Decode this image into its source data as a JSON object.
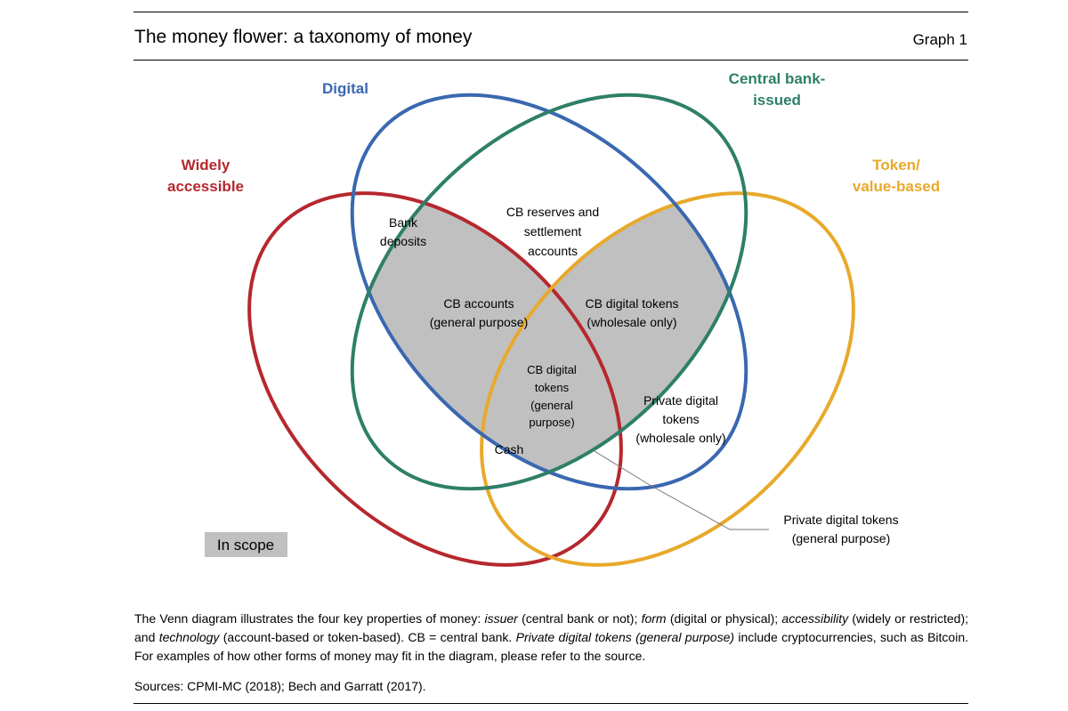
{
  "header": {
    "title": "The money flower: a taxonomy of money",
    "graph_label": "Graph 1"
  },
  "diagram": {
    "sets": {
      "digital": {
        "label": "Digital",
        "color": "#3a68b0"
      },
      "central_bank": {
        "label_line1": "Central bank-",
        "label_line2": "issued",
        "color": "#2e7f68"
      },
      "widely_accessible": {
        "label_line1": "Widely",
        "label_line2": "accessible",
        "color": "#b5282e"
      },
      "token_value": {
        "label_line1": "Token/",
        "label_line2": "value-based",
        "color": "#e8a92b"
      }
    },
    "regions": {
      "bank_deposits": [
        "Bank",
        "deposits"
      ],
      "cb_reserves": [
        "CB reserves and",
        "settlement",
        "accounts"
      ],
      "cb_accounts": [
        "CB accounts",
        "(general purpose)"
      ],
      "cb_digital_tokens_wholesale": [
        "CB digital tokens",
        "(wholesale only)"
      ],
      "cb_digital_tokens_general": [
        "CB digital",
        "tokens",
        "(general",
        "purpose)"
      ],
      "private_digital_tokens_wholesale": [
        "Private digital",
        "tokens",
        "(wholesale only)"
      ],
      "cash": "Cash",
      "private_digital_tokens_general": [
        "Private digital tokens",
        "(general purpose)"
      ]
    },
    "in_scope": {
      "label": "In scope",
      "color": "#c0c0c0"
    }
  },
  "footnote": {
    "p1": "The Venn diagram illustrates the four key properties of money: ",
    "issuer": "issuer",
    "p2": " (central bank or not); ",
    "form": "form",
    "p3": " (digital or physical); ",
    "accessibility": "accessibility",
    "p4": " (widely or restricted); and ",
    "technology": "technology",
    "p5": " (account-based or token-based). CB = central bank. ",
    "pdt": "Private digital tokens (general purpose)",
    "p6": " include cryptocurrencies, such as Bitcoin. For examples of how other forms of money may fit in the diagram, please refer to the source.",
    "sources": "Sources: CPMI-MC (2018); Bech and Garratt (2017)."
  }
}
